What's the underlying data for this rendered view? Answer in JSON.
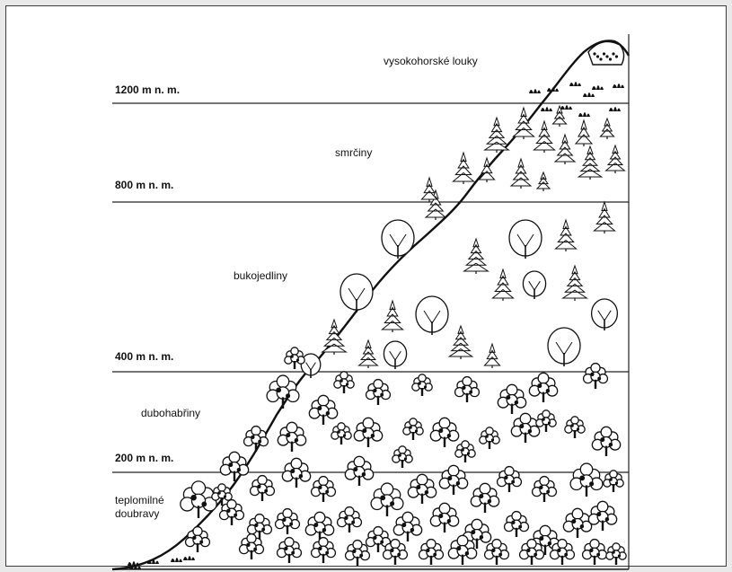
{
  "altitudes": [
    "1200 m n. m.",
    "800 m n. m.",
    "400 m n. m.",
    "200 m n. m."
  ],
  "zones": {
    "meadows": "vysokohorské louky",
    "spruce": "smrčiny",
    "beech_fir": "bukojedliny",
    "oak_hornbeam": "dubohabřiny",
    "warm_oak_line1": "teplomilné",
    "warm_oak_line2": "doubravy"
  },
  "colors": {
    "ink": "#111111",
    "paper": "#ffffff",
    "background": "#e9e9e9"
  }
}
